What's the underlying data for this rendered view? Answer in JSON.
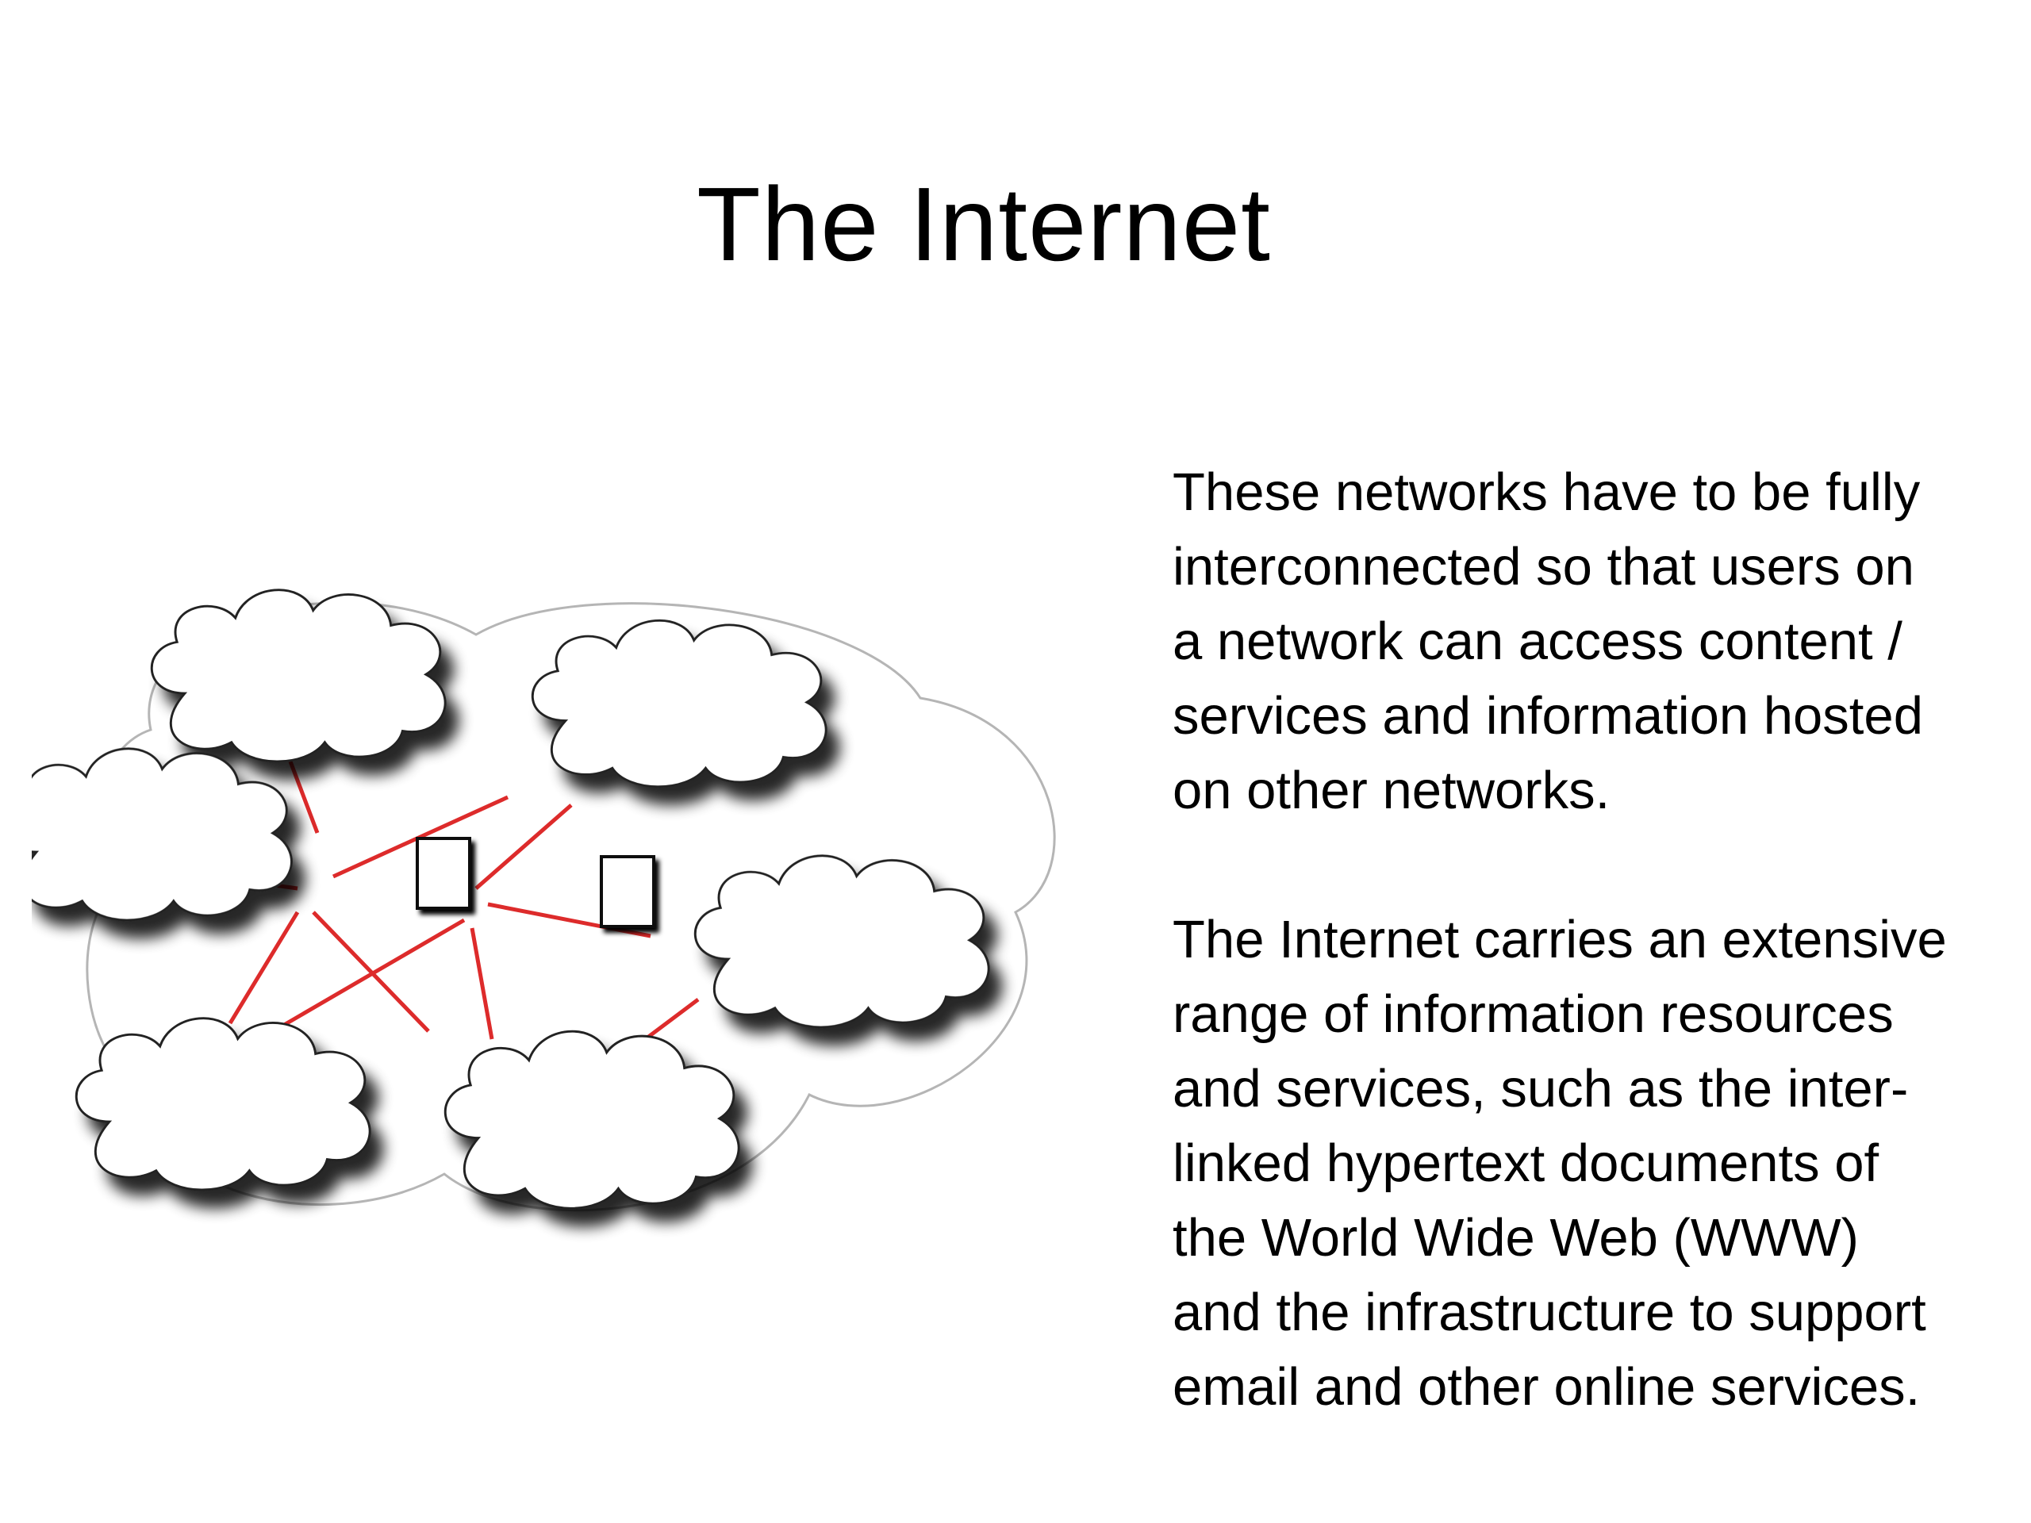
{
  "slide": {
    "title": "The Internet",
    "paragraphs": [
      {
        "lines": [
          "These networks have to be fully",
          "interconnected so that users on",
          "a network can access content /",
          "services and information hosted",
          "on other networks."
        ]
      },
      {
        "lines": [
          "The Internet carries an extensive",
          "range of information resources",
          "and services, such as the inter-",
          "linked hypertext documents of",
          "the World Wide Web (WWW)",
          "and the infrastructure to support",
          "email and other online services."
        ]
      }
    ]
  },
  "diagram": {
    "cloud_fill": "#ffffff",
    "cloud_stroke": "#222222",
    "link_color": "#dd2b2b",
    "node_fill": "#ffffff",
    "node_stroke": "#111111",
    "ring_color": "#b5b5b5"
  }
}
